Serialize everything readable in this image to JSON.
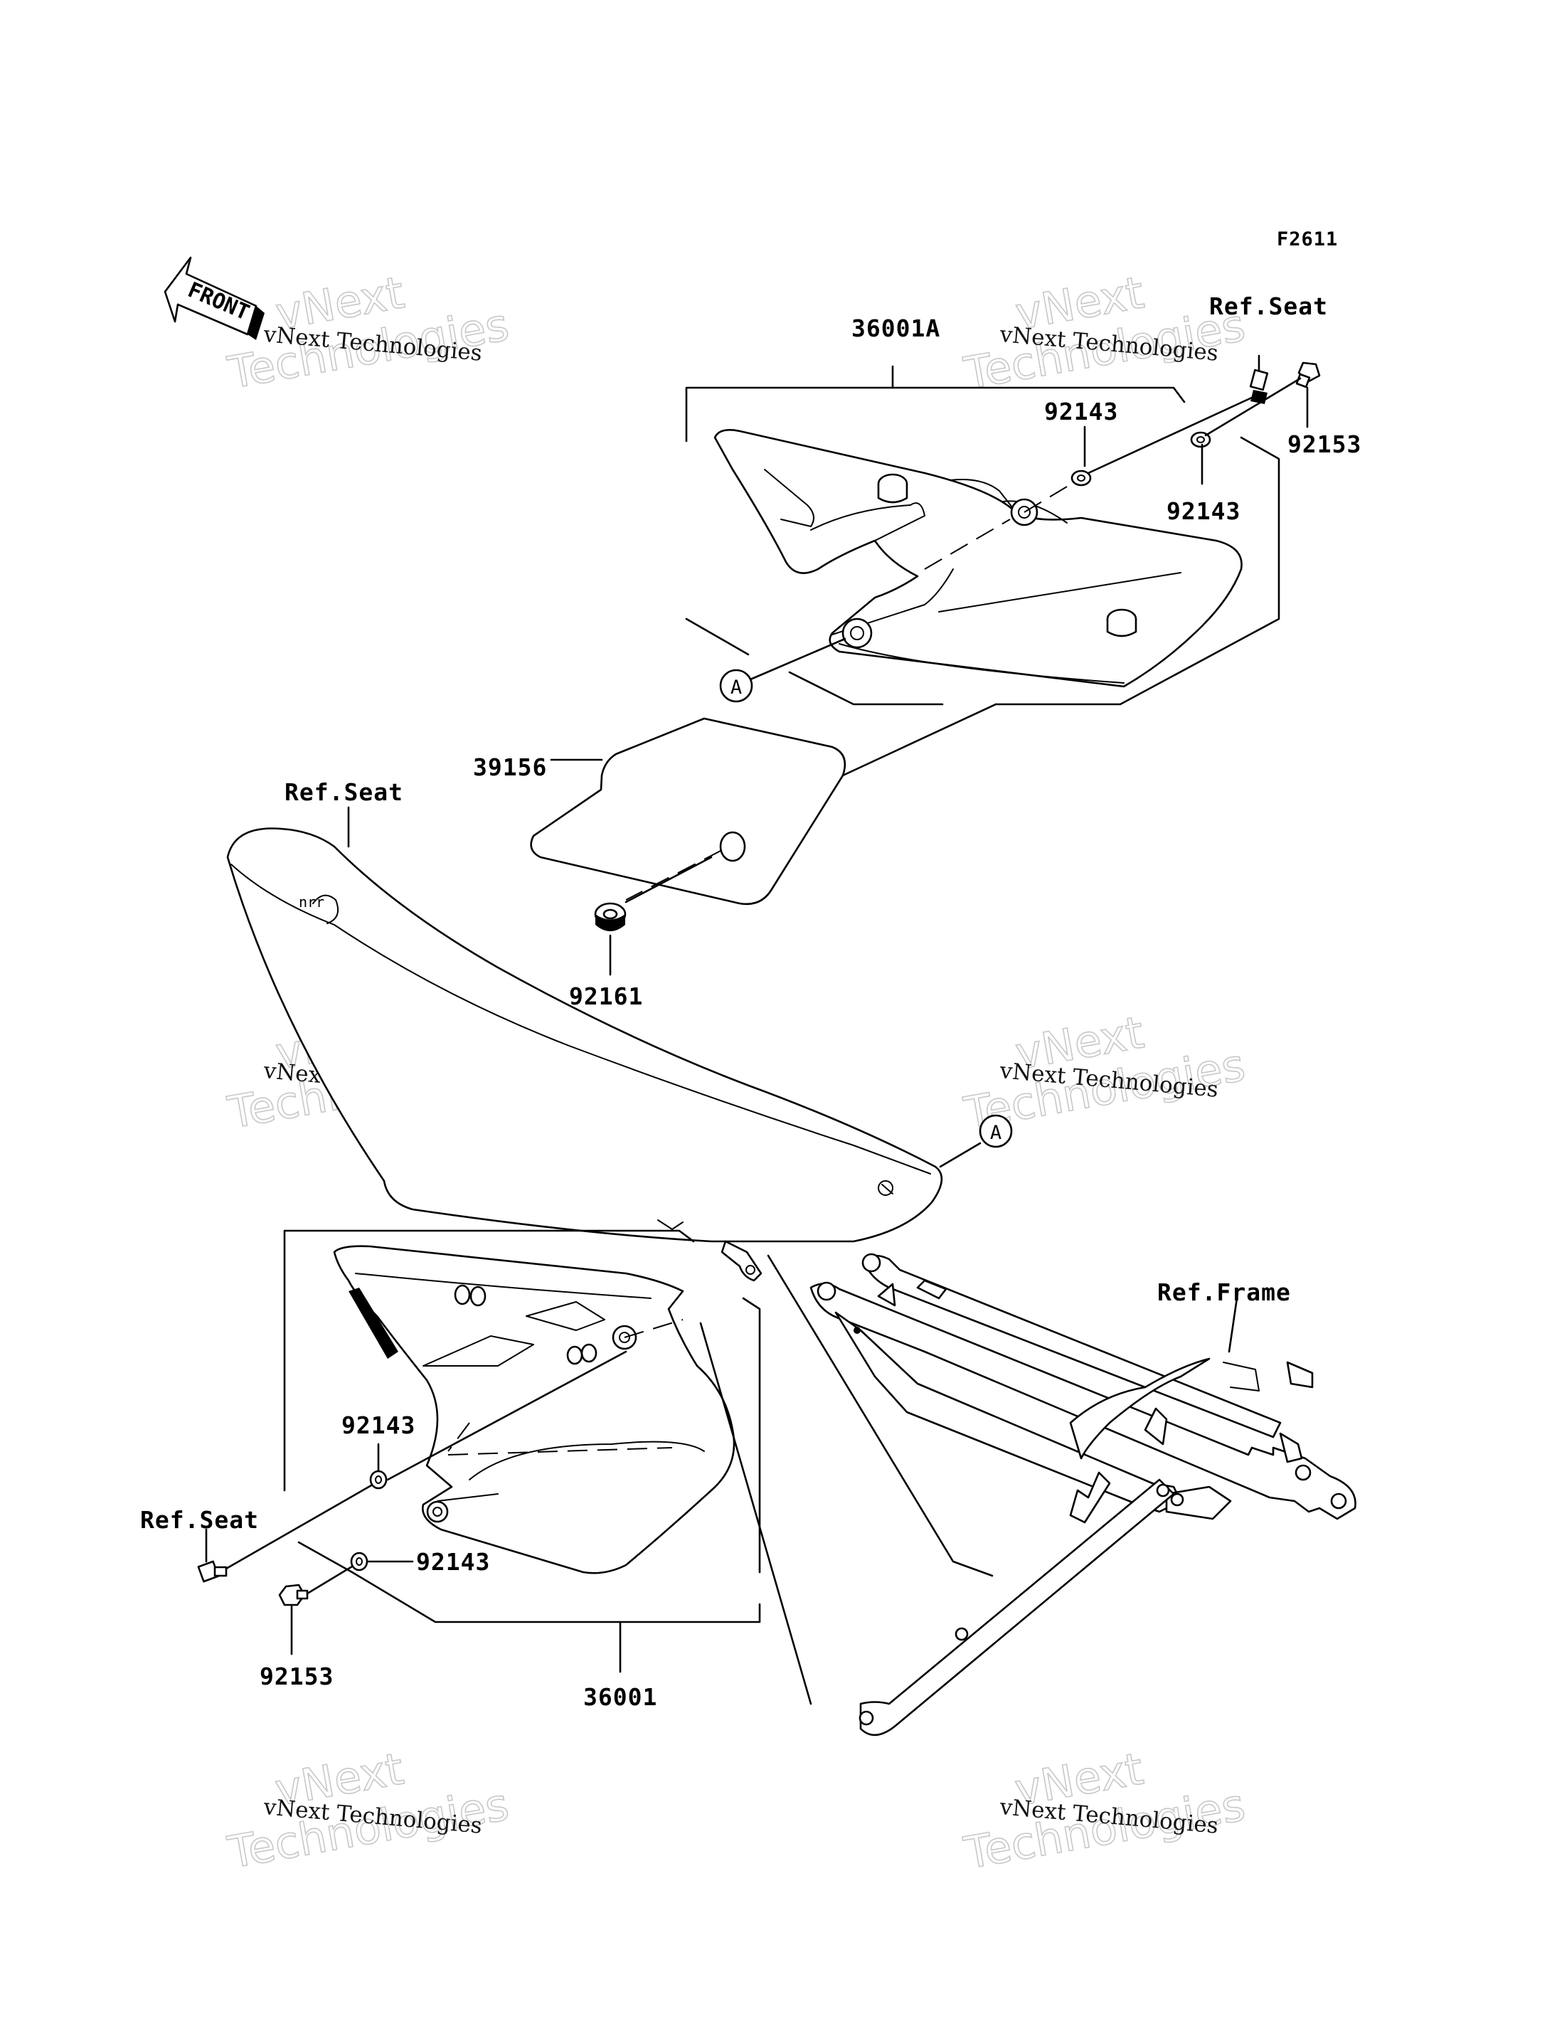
{
  "figure_code": "F2611",
  "front_arrow_text": "FRONT",
  "callouts": {
    "ref_seat_top_right": "Ref.Seat",
    "part_36001A": "36001A",
    "part_92143_upper_a": "92143",
    "part_92143_upper_b": "92143",
    "part_92153_upper": "92153",
    "part_39156": "39156",
    "ref_seat_mid": "Ref.Seat",
    "part_92161": "92161",
    "ref_frame": "Ref.Frame",
    "part_92143_lower_a": "92143",
    "ref_seat_lower_left": "Ref.Seat",
    "part_92143_lower_b": "92143",
    "part_92153_lower": "92153",
    "part_36001": "36001",
    "marker_a_upper": "A",
    "marker_a_lower": "A"
  },
  "watermark": {
    "line_outline_1": "vNext",
    "line_outline_2": "Technologies",
    "line_small": "vNext Technologies"
  },
  "icons": [
    "front-arrow-icon",
    "seat-icon",
    "side-cover-icon",
    "frame-icon",
    "bolt-icon",
    "washer-icon",
    "collar-icon"
  ]
}
